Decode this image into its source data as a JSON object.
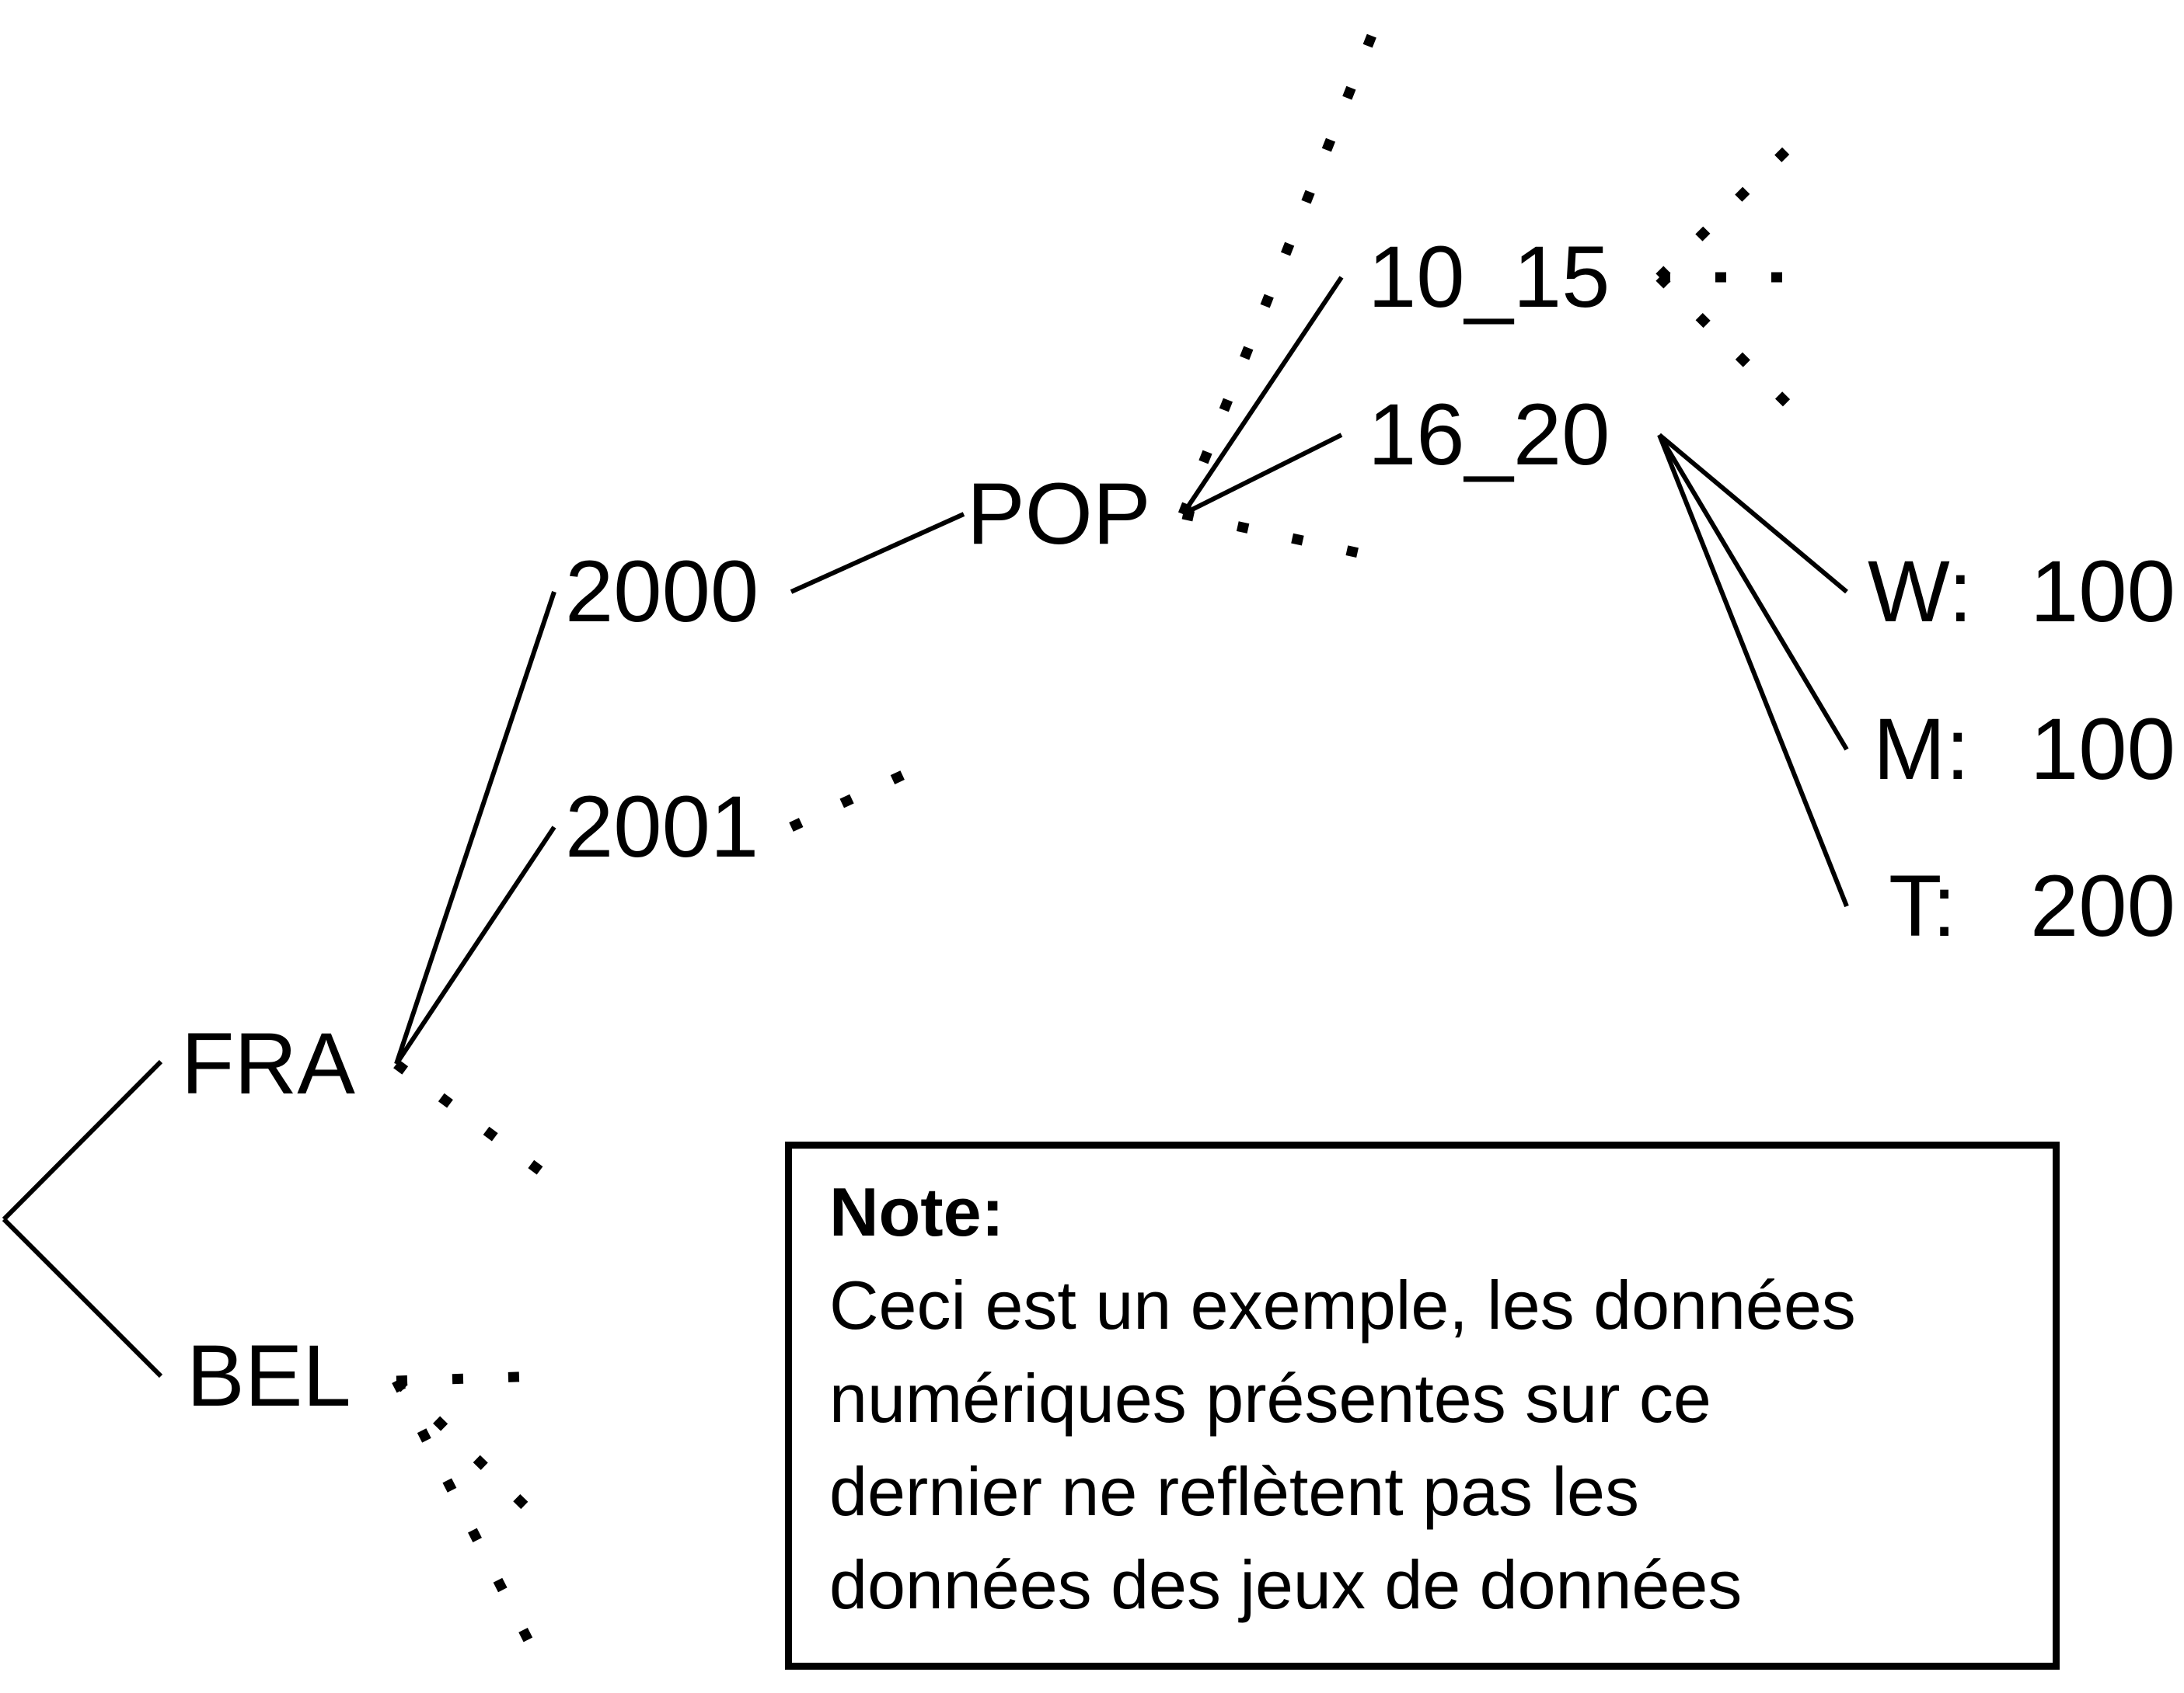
{
  "nodes": {
    "fra": "FRA",
    "bel": "BEL",
    "year_2000": "2000",
    "year_2001": "2001",
    "pop": "POP",
    "age_10_15": "10_15",
    "age_16_20": "16_20",
    "w_label": "W:",
    "w_value": "100",
    "m_label": "M:",
    "m_value": "100",
    "t_label": "T:",
    "t_value": "200"
  },
  "note": {
    "title": "Note:",
    "lines": [
      "Ceci est un exemple, les données",
      "numériques présentes sur ce",
      "dernier ne reflètent pas les",
      "données des jeux de données"
    ]
  },
  "colors": {
    "ink": "#000000",
    "background": "#ffffff"
  }
}
